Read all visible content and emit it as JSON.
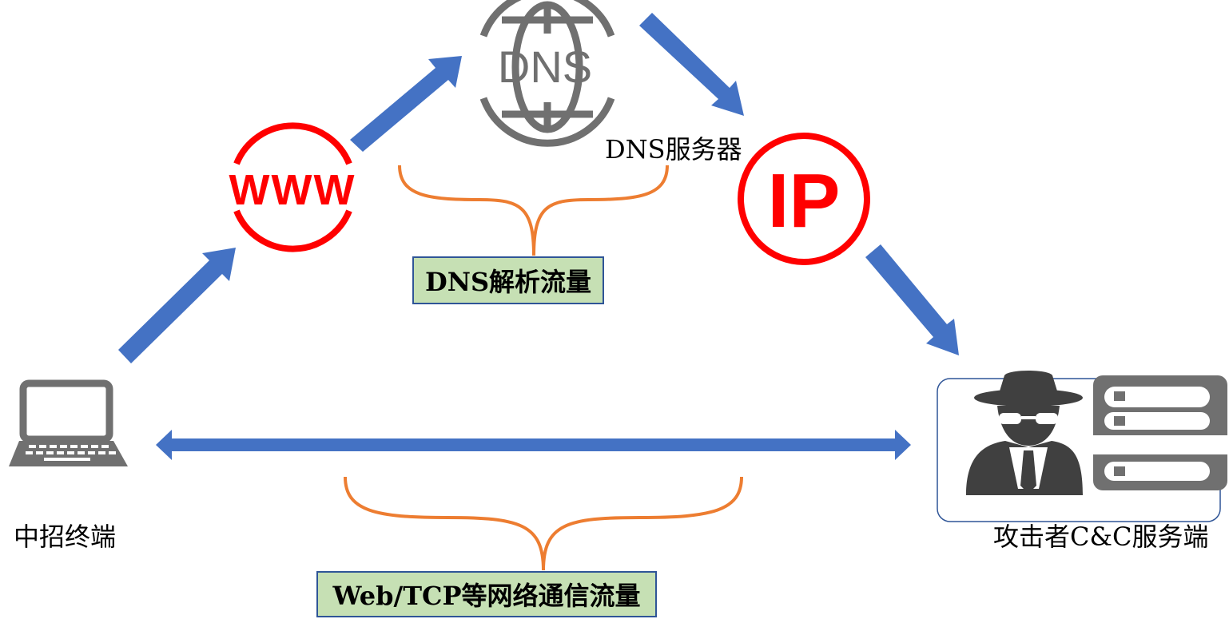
{
  "nodes": {
    "dns_globe_text": "DNS",
    "dns_server_label": "DNS服务器",
    "www_text": "WWW",
    "ip_text": "IP",
    "victim_label": "中招终端",
    "attacker_label": "攻击者C&C服务端"
  },
  "flows": {
    "dns_traffic_label": "DNS解析流量",
    "web_traffic_label": "Web/TCP等网络通信流量"
  },
  "colors": {
    "arrow": "#4472c4",
    "red": "#ff0000",
    "gray": "#707070",
    "brace": "#ed7d31",
    "label_fill": "#c6e0b4",
    "label_border": "#2f5597"
  }
}
